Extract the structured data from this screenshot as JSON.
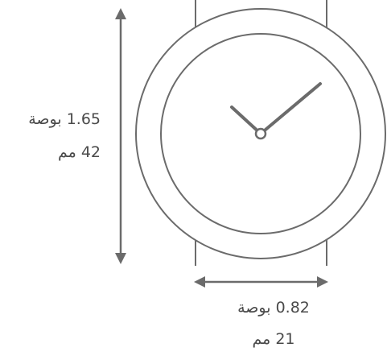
{
  "dimensions": {
    "height": {
      "inches_label": "1.65 بوصة",
      "mm_label": "42 مم"
    },
    "width": {
      "inches_label": "0.82 بوصة",
      "mm_label": "21 مم"
    }
  },
  "colors": {
    "line": "#6b6b6b",
    "arrow": "#6b6b6b",
    "text": "#4a4a4a"
  }
}
